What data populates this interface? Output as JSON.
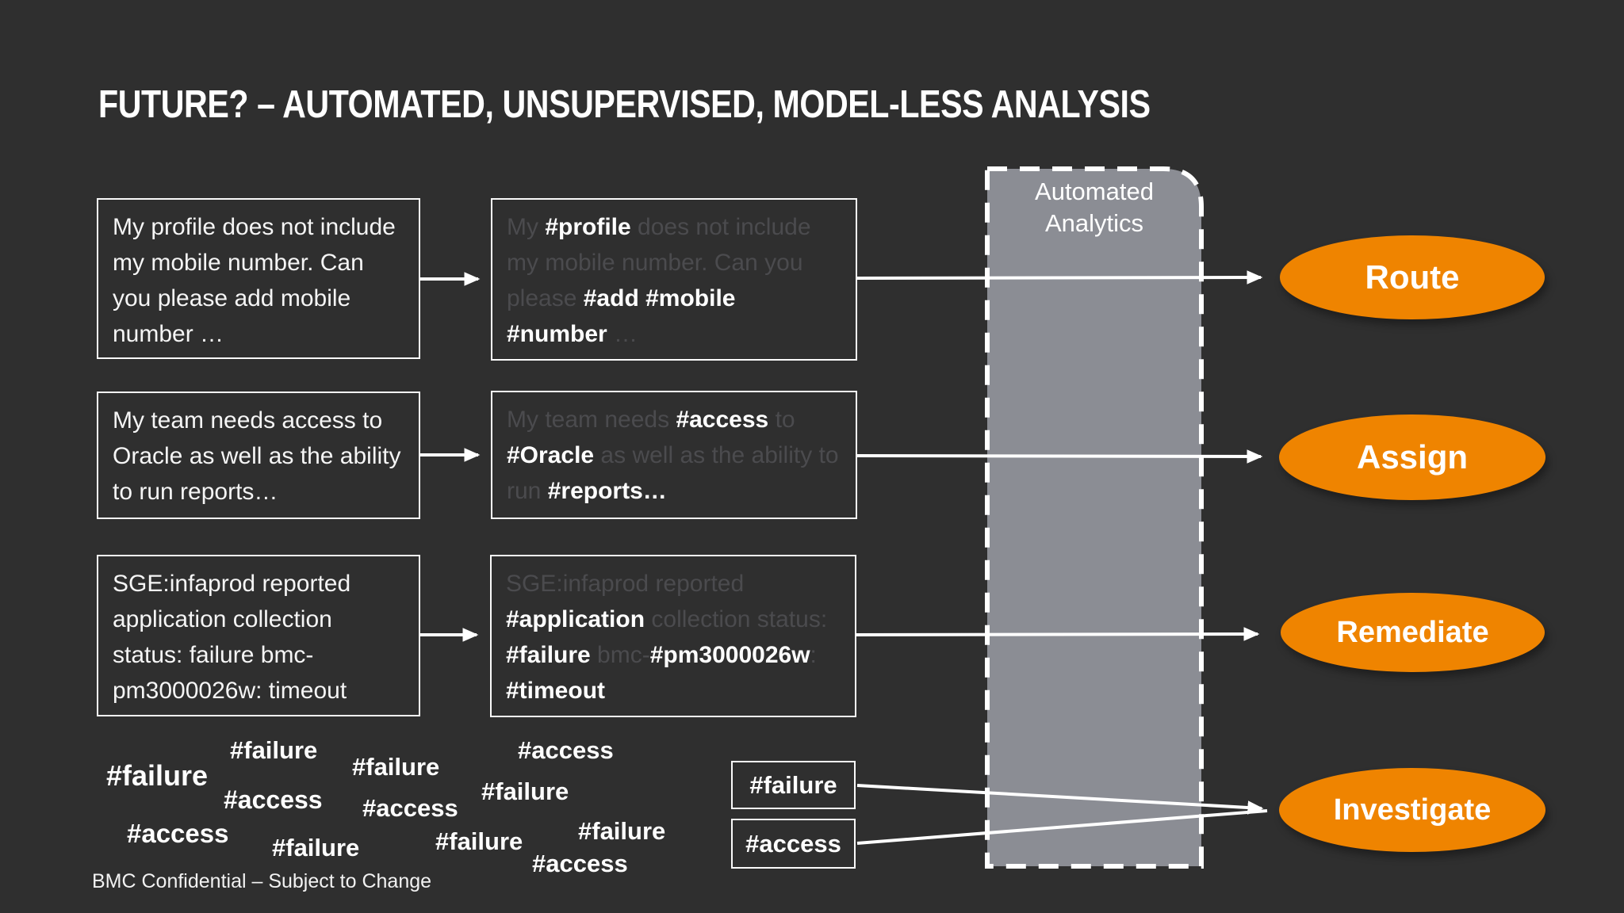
{
  "slide": {
    "title": "FUTURE? – AUTOMATED, UNSUPERVISED, MODEL-LESS ANALYSIS",
    "footer": "BMC Confidential – Subject to Change"
  },
  "palette": {
    "background": "#2f2f2f",
    "orange": "#ef8400",
    "panel_gray": "#8b8d94",
    "dim_text": "#4b4b4e",
    "text": "#ffffff"
  },
  "analytics_panel": {
    "label": "Automated Analytics"
  },
  "rows": [
    {
      "plain": "My profile does not include my mobile number. Can you please add mobile number …",
      "segments": [
        "My ",
        "#profile",
        " does not include my mobile number. Can you please ",
        "#add #mobile #number",
        " …"
      ]
    },
    {
      "plain": "My team needs access to Oracle as well as the ability to run reports…",
      "segments": [
        "My team needs ",
        "#access",
        " to ",
        "#Oracle",
        " as well as the ability to run ",
        "#reports…"
      ]
    },
    {
      "plain": "SGE:infaprod reported application collection status: failure bmc-pm3000026w: timeout",
      "segments": [
        "SGE:infaprod reported ",
        "#application",
        " collection status: ",
        "#failure",
        " bmc-",
        "#pm3000026w",
        ": ",
        "#timeout"
      ]
    }
  ],
  "actions": [
    {
      "label": "Route"
    },
    {
      "label": "Assign"
    },
    {
      "label": "Remediate"
    },
    {
      "label": "Investigate"
    }
  ],
  "boxed_tags": [
    {
      "label": "#failure"
    },
    {
      "label": "#access"
    }
  ],
  "tag_cloud": [
    {
      "text": "#failure"
    },
    {
      "text": "#failure"
    },
    {
      "text": "#failure"
    },
    {
      "text": "#access"
    },
    {
      "text": "#access"
    },
    {
      "text": "#access"
    },
    {
      "text": "#failure"
    },
    {
      "text": "#access"
    },
    {
      "text": "#failure"
    },
    {
      "text": "#failure"
    },
    {
      "text": "#failure"
    },
    {
      "text": "#access"
    }
  ]
}
